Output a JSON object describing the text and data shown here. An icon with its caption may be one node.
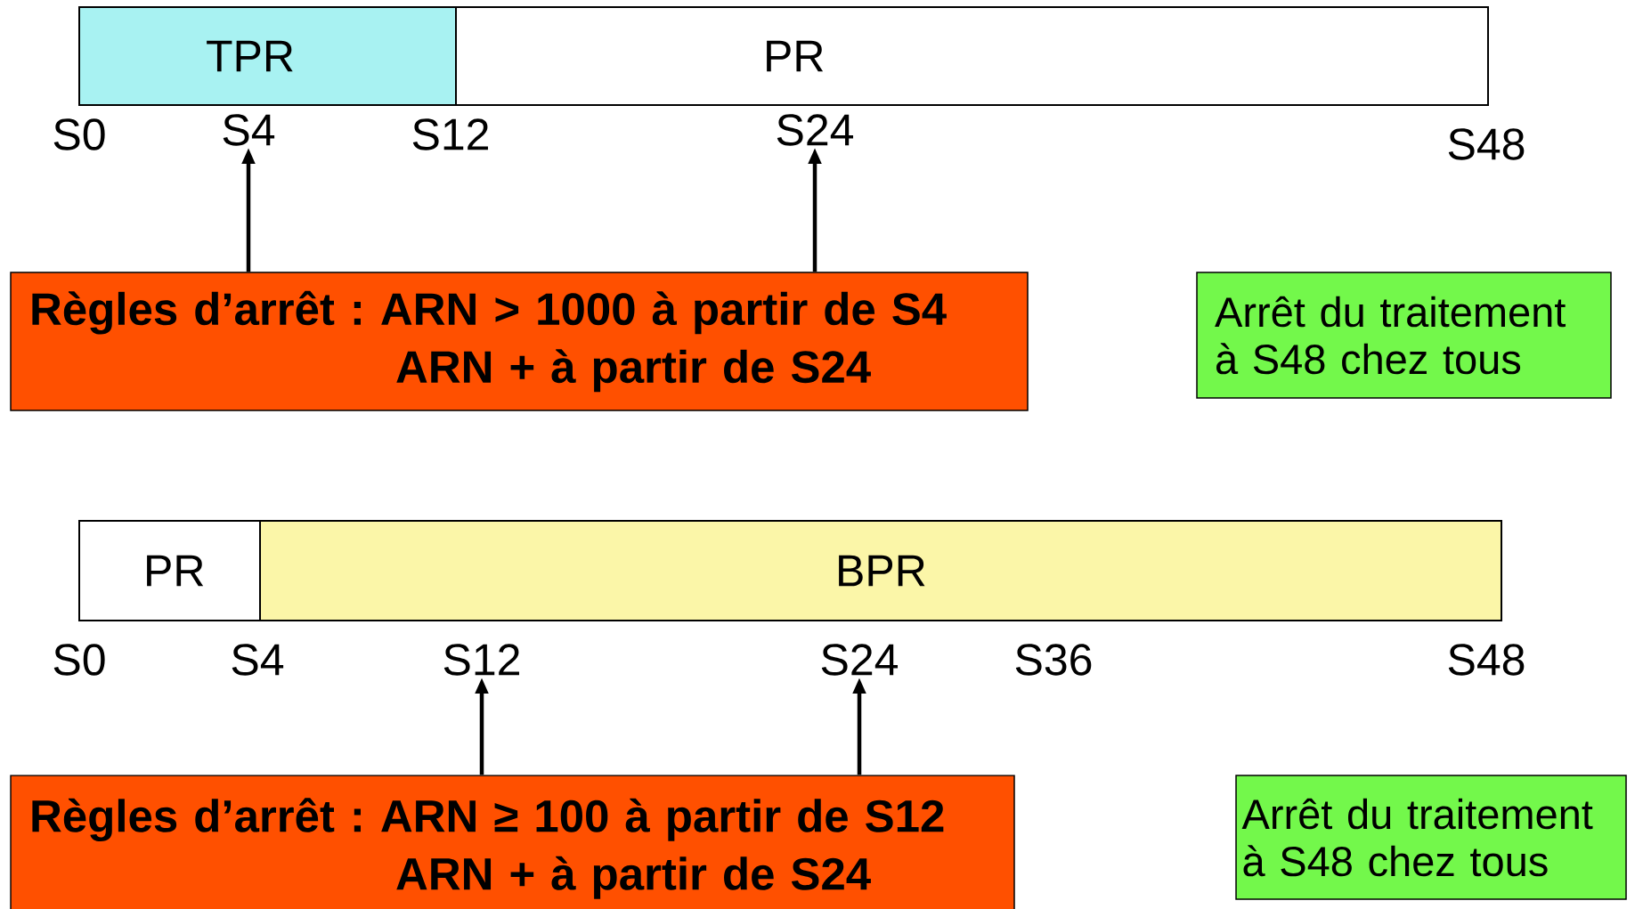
{
  "diagram": {
    "nodes": [
      {
        "text": [
          "TPR"
        ]
      },
      {
        "text": [
          "PR"
        ]
      },
      {
        "text": [
          "S4"
        ]
      },
      {
        "text": [
          "S24"
        ]
      },
      {
        "text": [
          "Règles d’arrêt : ARN > 1000 à partir de S4",
          "ARN + à partir de S24"
        ]
      },
      {
        "text": [
          "Arrêt du traitement à S48 chez tous"
        ]
      },
      {
        "text": [
          "PR"
        ]
      },
      {
        "text": [
          "BPR"
        ]
      },
      {
        "text": [
          "S12"
        ]
      },
      {
        "text": [
          "S24"
        ]
      },
      {
        "text": [
          "Règles d’arrêt : ARN ≥ 100 à partir de S12",
          "ARN + à partir de S24"
        ]
      },
      {
        "text": [
          "Arrêt du traitement à S48 chez tous"
        ]
      }
    ],
    "edges": [
      {
        "from": 4,
        "to": 2,
        "arrow": "to"
      },
      {
        "from": 4,
        "to": 3,
        "arrow": "to"
      },
      {
        "from": 10,
        "to": 8,
        "arrow": "to"
      },
      {
        "from": 10,
        "to": 9,
        "arrow": "to"
      }
    ],
    "labels": [
      "S0",
      "S12",
      "S48",
      "S0",
      "S4",
      "S36",
      "S48"
    ]
  }
}
